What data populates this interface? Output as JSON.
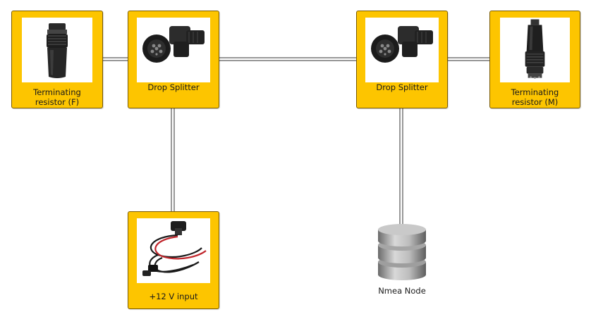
{
  "colors": {
    "box_fill": "#fdc500",
    "box_border": "#7a5a00",
    "connector": "#333333"
  },
  "nodes": {
    "term_f": {
      "icon": "terminator-female-icon",
      "label_line1": "Terminating",
      "label_line2": "resistor (F)"
    },
    "splitter_a": {
      "icon": "t-connector-icon",
      "label": "Drop Splitter"
    },
    "splitter_b": {
      "icon": "t-connector-icon",
      "label": "Drop Splitter"
    },
    "term_m": {
      "icon": "terminator-male-icon",
      "label_line1": "Terminating",
      "label_line2": "resistor (M)"
    },
    "power": {
      "icon": "power-cable-icon",
      "label": "+12 V input"
    },
    "nmea": {
      "icon": "database-icon",
      "label": "Nmea Node"
    }
  }
}
